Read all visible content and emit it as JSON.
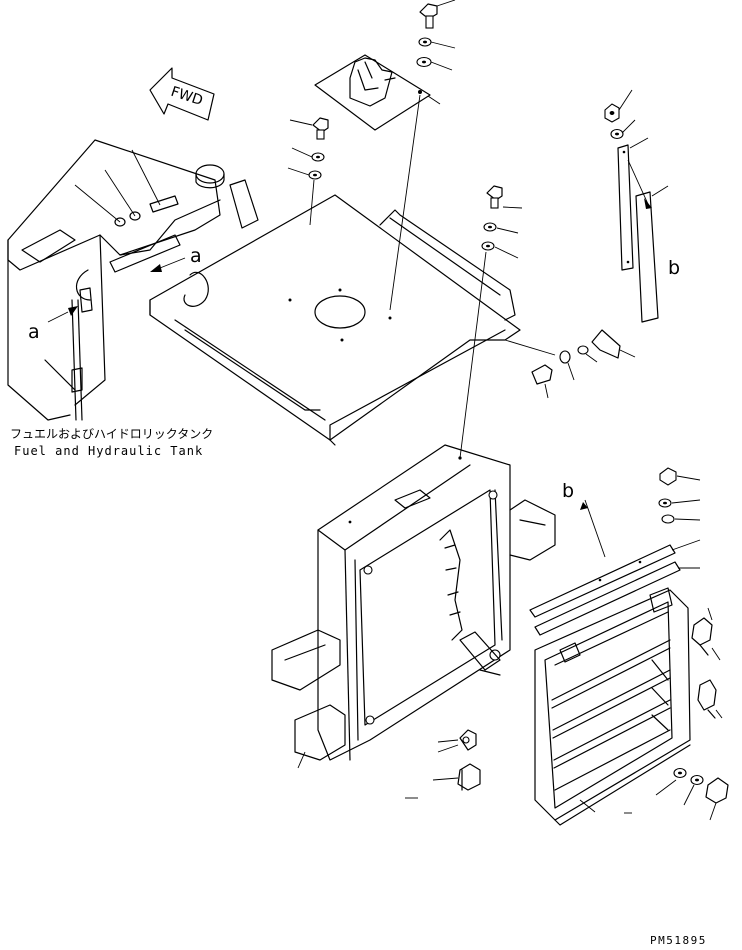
{
  "labels": {
    "tank_jp": "フュエルおよびハイドロリックタンク",
    "tank_en": "Fuel and Hydraulic Tank",
    "part_number": "PM51895",
    "fwd": "FWD",
    "ref_a": "a",
    "ref_b": "b"
  },
  "colors": {
    "ink": "#000000",
    "paper": "#ffffff"
  }
}
